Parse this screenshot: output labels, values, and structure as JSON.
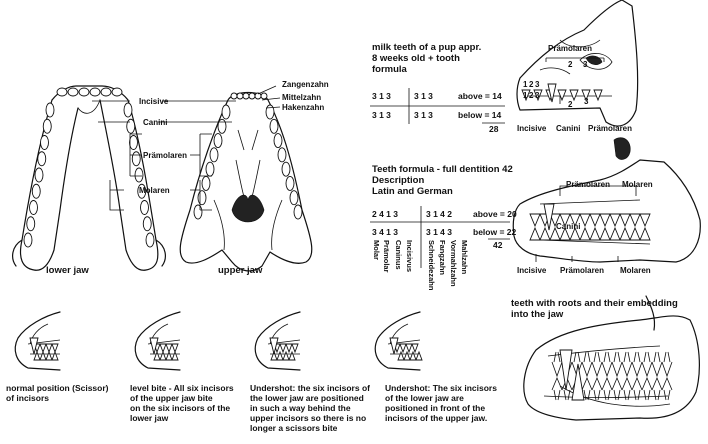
{
  "jaw_labels": {
    "incisive": "Incisive",
    "canini": "Canini",
    "premolars": "Prämolaren",
    "molars": "Molaren",
    "zangenzahn": "Zangenzahn",
    "mittelzahn": "Mittelzahn",
    "hakenzahn": "Hakenzahn",
    "lower_jaw": "lower jaw",
    "upper_jaw": "upper jaw"
  },
  "milk": {
    "heading": [
      "milk teeth of a pup appr.",
      "8 weeks old + tooth",
      "formula"
    ],
    "row_above": {
      "left": "3 1 3",
      "right": "3 1 3",
      "label": "above = 14"
    },
    "row_below": {
      "left": "3 1 3",
      "right": "3 1 3",
      "label": "below = 14"
    },
    "total": "28",
    "skull_labels": {
      "premolars": "Prämolaren",
      "incisive": "Incisive",
      "canini": "Canini",
      "premolars_bottom": "Prämolaren",
      "numbers": [
        "2",
        "3",
        "1",
        "2",
        "3",
        "2",
        "3",
        "1",
        "2",
        "3"
      ]
    }
  },
  "full": {
    "heading": [
      "Teeth formula - full dentition 42",
      "Description",
      "Latin and German"
    ],
    "row_above": {
      "left": "2 4 1 3",
      "right": "3 1 4 2",
      "label": "above = 20"
    },
    "row_below": {
      "left": "3 4 1 3",
      "right": "3 1 4 3",
      "label": "below = 22"
    },
    "total": "42",
    "latin": [
      "Molar",
      "Prämolar",
      "Caninus",
      "Incisivus"
    ],
    "german": [
      "Schneidezahn",
      "Fangzahn",
      "Vormahlzahn",
      "Mahlzahn"
    ],
    "skull_labels": {
      "premolars": "Prämolaren",
      "molars": "Molaren",
      "canini": "Canini",
      "incisive": "Incisive",
      "premolars_bottom": "Prämolaren",
      "molars_bottom": "Molaren"
    }
  },
  "roots": {
    "caption": [
      "teeth with roots and their embedding",
      "into the jaw"
    ]
  },
  "bites": [
    {
      "caption": [
        "normal position (Scissor)",
        "of incisors"
      ]
    },
    {
      "caption": [
        "level bite - All six incisors",
        "of the upper jaw bite",
        "on the six incisors of the",
        "lower jaw"
      ]
    },
    {
      "caption": [
        "Undershot: the six incisors of",
        "the lower jaw are positioned",
        "in such a way behind the",
        "upper incisors so there is no",
        "longer a scissors bite"
      ]
    },
    {
      "caption": [
        "Undershot: The six incisors",
        "of the lower jaw are",
        "positioned in front of the",
        "incisors of the upper jaw."
      ]
    }
  ]
}
